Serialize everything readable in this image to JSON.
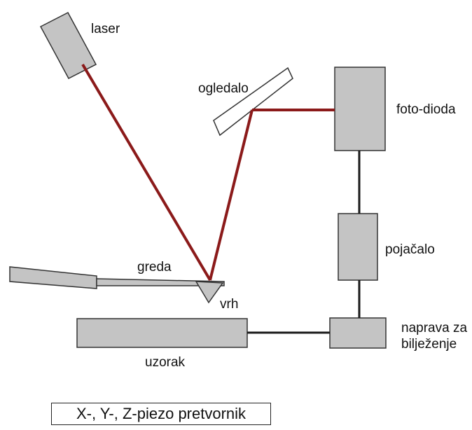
{
  "labels": {
    "laser": "laser",
    "mirror": "ogledalo",
    "photodiode": "foto-dioda",
    "amplifier": "pojačalo",
    "cantilever": "greda",
    "tip": "vrh",
    "recorder_line1": "naprava za",
    "recorder_line2": "bilježenje",
    "sample": "uzorak",
    "piezo": "X-, Y-, Z-piezo pretvornik"
  },
  "colors": {
    "component_fill": "#c4c4c4",
    "outline": "#333333",
    "laser_beam": "#8b1a1a",
    "wire": "#1a1a1a"
  }
}
